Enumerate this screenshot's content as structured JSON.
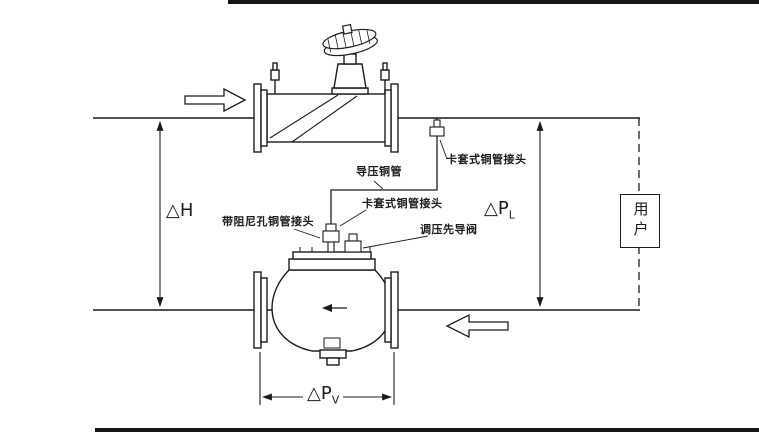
{
  "figure": {
    "labels": {
      "fitting_top": "卡套式铜管接头",
      "impulse_tube": "导压铜管",
      "fitting_mid": "卡套式铜管接头",
      "damping_fitting": "带阻尼孔铜管接头",
      "pilot_valve": "调压先导阀"
    },
    "dimensions": {
      "height_label": "△H",
      "pl_main": "△P",
      "pl_sub": "L",
      "pv_main": "△P",
      "pv_sub": "V"
    },
    "user_box": {
      "label": "用户"
    },
    "colors": {
      "line": "#1c1c1c",
      "background": "#ffffff"
    }
  }
}
